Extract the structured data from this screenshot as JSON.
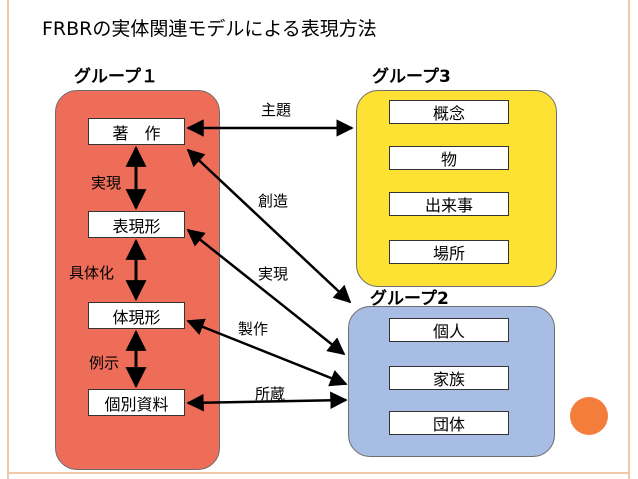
{
  "title": "FRBRの実体関連モデルによる表現方法",
  "group1": {
    "label": "グループ１",
    "items": [
      "著　作",
      "表現形",
      "体現形",
      "個別資料"
    ]
  },
  "group2": {
    "label": "グループ2",
    "items": [
      "個人",
      "家族",
      "団体"
    ]
  },
  "group3": {
    "label": "グループ3",
    "items": [
      "概念",
      "物",
      "出来事",
      "場所"
    ]
  },
  "vertical_relations": [
    "実現",
    "具体化",
    "例示"
  ],
  "cross_relations": [
    "主題",
    "創造",
    "実現",
    "製作",
    "所蔵"
  ],
  "colors": {
    "group1": "#ed6d59",
    "group2": "#a8bde3",
    "group3": "#fde133",
    "accent_dot": "#f47d3b"
  }
}
